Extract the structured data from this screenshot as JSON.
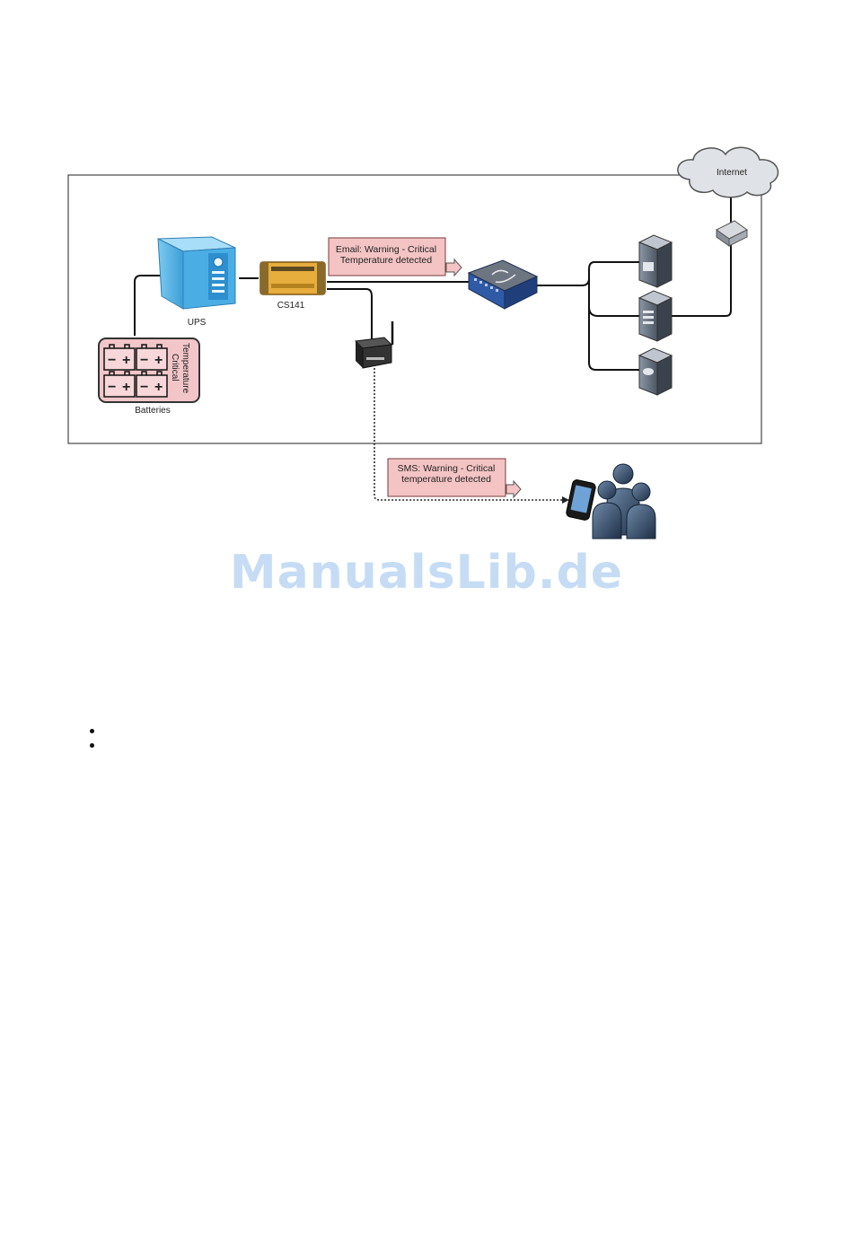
{
  "diagram": {
    "labels": {
      "internet": "Internet",
      "ups": "UPS",
      "cs141": "CS141",
      "batteries": "Batteries",
      "battery_status_line1": "Temperature",
      "battery_status_line2": "Critical",
      "email_line1": "Email: Warning - Critical",
      "email_line2": "Temperature detected",
      "sms_line1": "SMS: Warning - Critical",
      "sms_line2": "temperature detected"
    },
    "colors": {
      "alert_fill": "#f4c4c4",
      "alert_border": "#b06060",
      "battery_fill": "#f2c6c9",
      "ups_blue": "#5ab8e8",
      "cs141_gold": "#e2a93a",
      "switch_blue": "#2f5aa6"
    }
  },
  "watermark": "ManualsLib.de"
}
